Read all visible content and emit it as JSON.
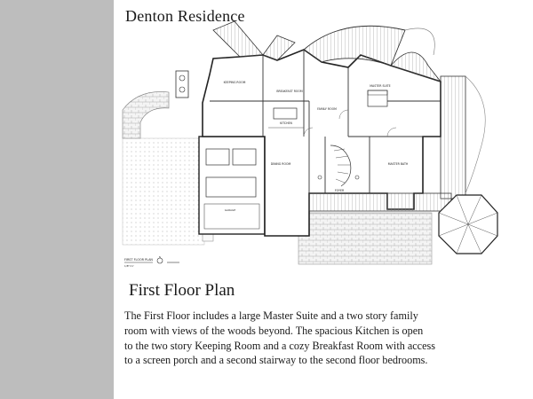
{
  "page": {
    "title": "Denton Residence",
    "subtitle": "First Floor Plan",
    "description_lines": [
      "The First Floor includes a large Master Suite and a two story family",
      "room with views of the woods beyond.  The spacious Kitchen is open",
      "to the two story Keeping Room and a cozy Breakfast Room with access",
      "to a screen porch and a second stairway to the second floor bedrooms."
    ]
  },
  "floor_plan": {
    "rooms": {
      "keeping_room": "KEEPING ROOM",
      "breakfast_room": "BREAKFAST ROOM",
      "family_room": "FAMILY ROOM",
      "master_suite": "MASTER SUITE",
      "kitchen": "KITCHEN",
      "dining_room": "DINING ROOM",
      "foyer": "FOYER",
      "master_bath": "MASTER BATH",
      "garage": "GARAGE"
    },
    "plan_label": "FIRST FLOOR PLAN",
    "plan_scale": "1/8\"=1'",
    "north_label": "N"
  },
  "colors": {
    "side_band": "#bdbdbd",
    "text": "#1a1a1a",
    "line": "#3a3a3a"
  }
}
